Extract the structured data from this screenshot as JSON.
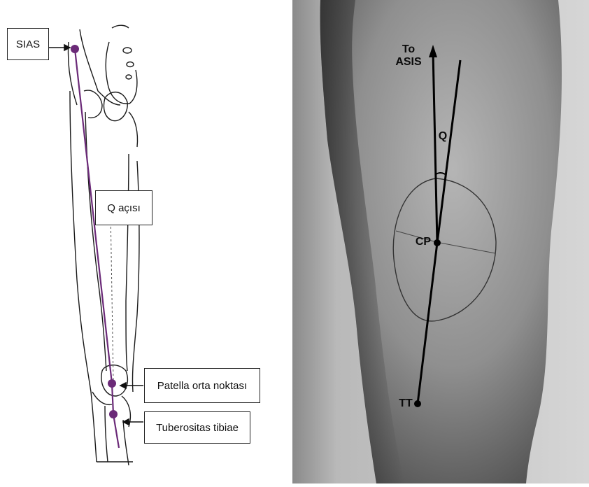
{
  "left_diagram": {
    "callouts": {
      "sias": "SIAS",
      "q_angle": "Q açısı",
      "patella_center": "Patella orta noktası",
      "tibial_tuberosity": "Tuberositas tibiae"
    },
    "line_color": "#6b2a78"
  },
  "right_photo": {
    "labels": {
      "to_line1": "To",
      "to_line2": "ASIS",
      "q": "Q",
      "cp": "CP",
      "tt": "TT"
    }
  }
}
